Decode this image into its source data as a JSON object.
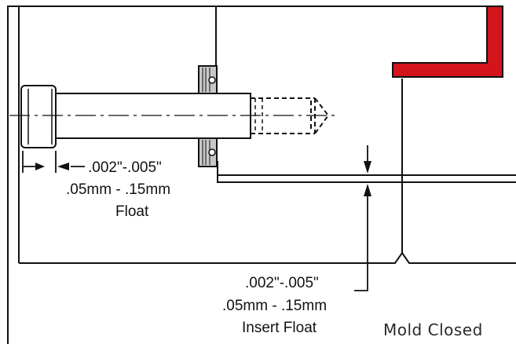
{
  "labels": {
    "bolt_float_inch": ".002\"-.005\"",
    "bolt_float_mm": ".05mm - .15mm",
    "bolt_float_name": "Float",
    "insert_float_inch": ".002\"-.005\"",
    "insert_float_mm": ".05mm - .15mm",
    "insert_float_name": "Insert Float",
    "state": "Mold Closed"
  },
  "colors": {
    "line": "#111111",
    "accent": "#d4141c",
    "washer": "#c8c8c8",
    "background": "#ffffff"
  }
}
